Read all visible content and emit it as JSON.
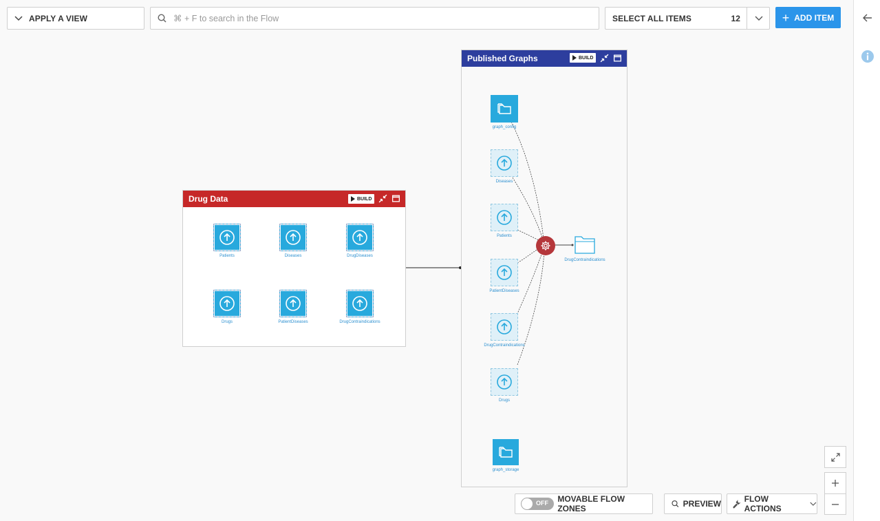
{
  "toolbar": {
    "apply_view_label": "APPLY A VIEW",
    "search_placeholder": "⌘ + F to search in the Flow",
    "select_all_label": "SELECT ALL ITEMS",
    "select_count": "12",
    "add_item_label": "ADD ITEM"
  },
  "zones": {
    "drug_data": {
      "title": "Drug Data",
      "color": "#c62828",
      "build_label": "BUILD",
      "datasets": [
        "Patients",
        "Diseases",
        "DrugDiseases",
        "Drugs",
        "PatientDiseases",
        "DrugContraindications"
      ]
    },
    "published_graphs": {
      "title": "Published Graphs",
      "color": "#2d3e9e",
      "build_label": "BUILD",
      "top_folder": "graph_config",
      "shared_datasets": [
        "Diseases",
        "Patients",
        "PatientDiseases",
        "DrugContraindications",
        "Drugs"
      ],
      "output_folder": "DrugContraindications",
      "bottom_folder": "graph_storage"
    }
  },
  "bottom": {
    "toggle_state": "OFF",
    "movable_zones_label": "MOVABLE FLOW ZONES",
    "preview_label": "PREVIEW",
    "flow_actions_label": "FLOW ACTIONS"
  },
  "colors": {
    "accent": "#2b95ea",
    "dataset": "#28a9dd",
    "recipe": "#b5373b"
  },
  "icons": [
    "chevron-down-icon",
    "search-icon",
    "plus-icon",
    "upload-icon",
    "folder-icon",
    "gear-icon",
    "play-icon",
    "collapse-icon",
    "maximize-icon",
    "info-icon",
    "arrow-left-icon",
    "fullscreen-icon",
    "zoom-in-icon",
    "zoom-out-icon",
    "wrench-icon"
  ]
}
